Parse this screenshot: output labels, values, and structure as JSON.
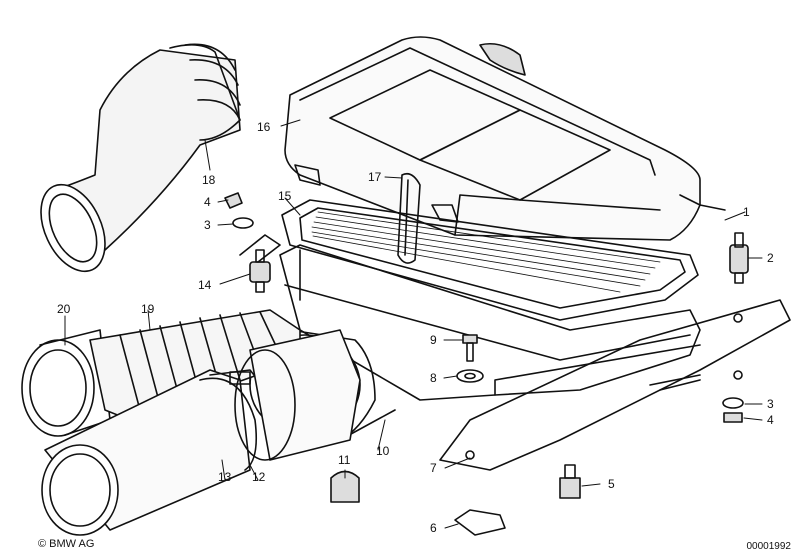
{
  "callouts": [
    {
      "id": "1",
      "text": "1"
    },
    {
      "id": "2",
      "text": "2"
    },
    {
      "id": "3a",
      "text": "3"
    },
    {
      "id": "3b",
      "text": "3"
    },
    {
      "id": "4a",
      "text": "4"
    },
    {
      "id": "4b",
      "text": "4"
    },
    {
      "id": "5",
      "text": "5"
    },
    {
      "id": "6",
      "text": "6"
    },
    {
      "id": "7",
      "text": "7"
    },
    {
      "id": "8",
      "text": "8"
    },
    {
      "id": "9",
      "text": "9"
    },
    {
      "id": "10",
      "text": "10"
    },
    {
      "id": "11",
      "text": "11"
    },
    {
      "id": "12",
      "text": "12"
    },
    {
      "id": "13",
      "text": "13"
    },
    {
      "id": "14",
      "text": "14"
    },
    {
      "id": "15",
      "text": "15"
    },
    {
      "id": "16",
      "text": "16"
    },
    {
      "id": "17",
      "text": "17"
    },
    {
      "id": "18",
      "text": "18"
    },
    {
      "id": "19",
      "text": "19"
    },
    {
      "id": "20",
      "text": "20"
    }
  ],
  "footer": {
    "copyright": "© BMW AG",
    "part_number": "00001992"
  }
}
